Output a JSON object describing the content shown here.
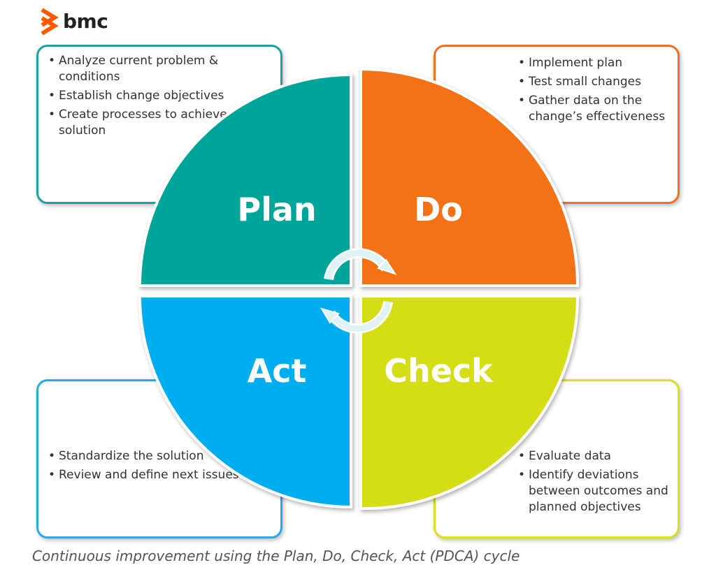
{
  "logo": {
    "text": "bmc",
    "icon": "bmc-chevron-logo",
    "color": "#ff5a00"
  },
  "diagram": {
    "quadrants": [
      {
        "key": "plan",
        "label": "Plan",
        "color": "#00a59a",
        "bullets": [
          "Analyze current problem  & conditions",
          "Establish change objectives",
          "Create processes to achieve solution"
        ]
      },
      {
        "key": "do",
        "label": "Do",
        "color": "#f47216",
        "bullets": [
          "Implement plan",
          "Test small changes",
          "Gather data on the change’s effectiveness"
        ]
      },
      {
        "key": "check",
        "label": "Check",
        "color": "#d4dd17",
        "bullets": [
          "Evaluate data",
          "Identify deviations between outcomes and planned objectives"
        ]
      },
      {
        "key": "act",
        "label": "Act",
        "color": "#00aeef",
        "bullets": [
          "Standardize the solution",
          "Review and define next issues"
        ]
      }
    ],
    "center_icon": "cycle-arrows-icon"
  },
  "caption": "Continuous improvement using the Plan, Do, Check, Act (PDCA) cycle"
}
